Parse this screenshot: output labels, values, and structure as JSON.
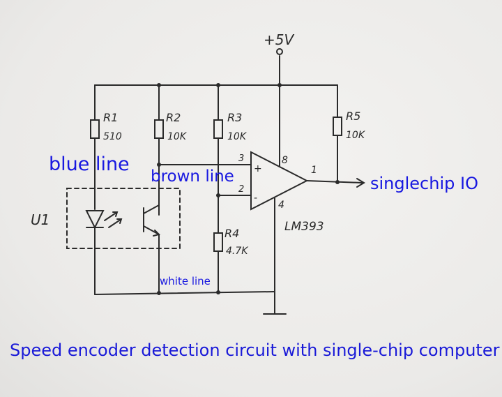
{
  "diagram": {
    "supply_label": "+5V",
    "ic_label": "LM393",
    "module_label": "U1",
    "resistors": [
      {
        "ref": "R1",
        "value": "510"
      },
      {
        "ref": "R2",
        "value": "10K"
      },
      {
        "ref": "R3",
        "value": "10K"
      },
      {
        "ref": "R4",
        "value": "4.7K"
      },
      {
        "ref": "R5",
        "value": "10K"
      }
    ],
    "pins": {
      "in_plus": "3",
      "in_minus": "2",
      "vcc": "8",
      "gnd": "4",
      "out": "1"
    },
    "plus_sign": "+",
    "minus_sign": "-"
  },
  "annotations": {
    "blue_line": "blue line",
    "brown_line": "brown line",
    "white_line": "white line",
    "output": "singlechip IO"
  },
  "caption": "Speed encoder detection circuit with single-chip computer",
  "colors": {
    "annotation": "#1818e0",
    "ink": "#2a2a2a"
  }
}
